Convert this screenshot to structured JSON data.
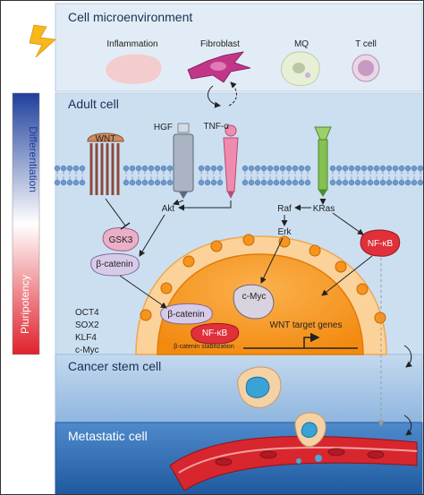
{
  "sections": {
    "microenvironment": "Cell microenvironment",
    "adult": "Adult cell",
    "cancer_stem": "Cancer stem cell",
    "metastatic": "Metastatic cell"
  },
  "micro_cells": [
    "Inflammation",
    "Fibroblast",
    "MQ",
    "T cell"
  ],
  "side_bar": {
    "top": "Differentiation",
    "bottom": "Pluripotency"
  },
  "receptors": {
    "wnt": "WNT",
    "hgf": "HGF",
    "tnf": "TNF-α"
  },
  "nodes": {
    "gsk3": "GSK3",
    "beta_catenin_cyto": "β-catenin",
    "akt": "Akt",
    "raf": "Raf",
    "kras": "KRas",
    "erk": "Erk",
    "nfkb_cyto": "NF-κB",
    "cmyc": "c-Myc",
    "beta_catenin_nuc": "β-catenin",
    "nfkb_nuc": "NF-κB",
    "wnt_targets": "WNT target genes",
    "stabilization": "β-catenin stabilization"
  },
  "factors": [
    "OCT4",
    "SOX2",
    "KLF4",
    "c-Myc"
  ],
  "colors": {
    "panel_top": "#dfeaf5",
    "panel_adult": "#c8dcef",
    "panel_csc": "#a9c8e6",
    "panel_meta": "#2f6fb5",
    "membrane": "#7fa7d6",
    "nucleus": "#f7941d",
    "cytosol_orange": "#fbd29a",
    "nfkb_red": "#e0303a",
    "node_pink": "#e9b0c8",
    "node_lilac": "#d7cbe8",
    "grad_blue": "#1f3f9c",
    "grad_red": "#e0212b"
  }
}
